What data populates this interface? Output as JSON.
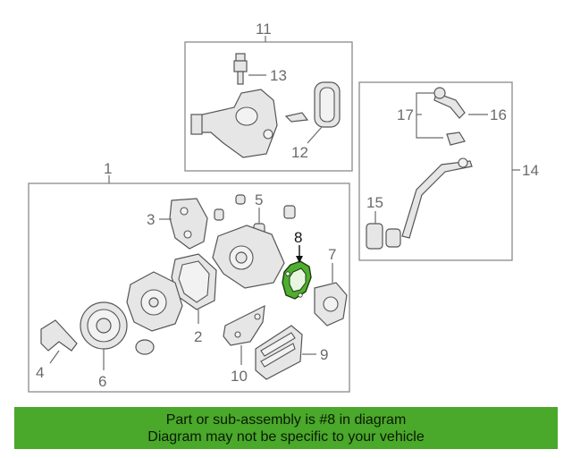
{
  "diagram": {
    "callouts": {
      "c1": "1",
      "c2": "2",
      "c3": "3",
      "c4": "4",
      "c5": "5",
      "c6": "6",
      "c7": "7",
      "c8": "8",
      "c9": "9",
      "c10": "10",
      "c11": "11",
      "c12": "12",
      "c13": "13",
      "c14": "14",
      "c15": "15",
      "c16": "16",
      "c17": "17"
    },
    "highlight_color": "#4fae2f"
  },
  "banner": {
    "line1": "Part or sub-assembly is #8 in diagram",
    "line2": "Diagram may not be specific to your vehicle",
    "background": "#4aa82a"
  }
}
